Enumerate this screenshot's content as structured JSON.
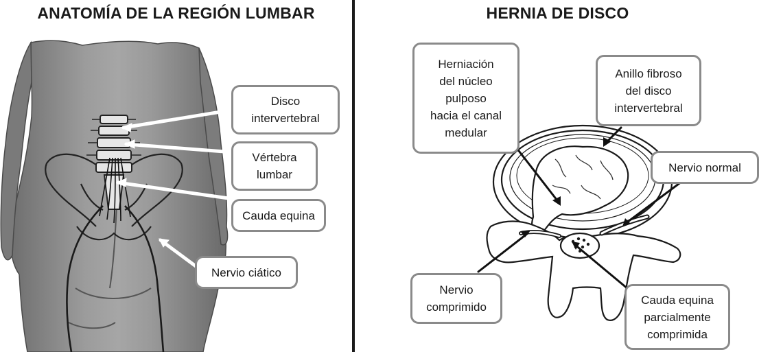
{
  "left": {
    "title": "ANATOMÍA DE LA REGIÓN LUMBAR",
    "labels": {
      "disco_intervertebral": "Disco\nintervertebral",
      "vertebra_lumbar": "Vértebra\nlumbar",
      "cauda_equina": "Cauda equina",
      "nervio_ciatico": "Nervio ciático"
    }
  },
  "right": {
    "title": "HERNIA DE DISCO",
    "labels": {
      "herniacion": "Herniación\ndel núcleo\npulposo\nhacia el canal\nmedular",
      "anillo_fibroso": "Anillo fibroso\ndel disco\nintervertebral",
      "nervio_normal": "Nervio normal",
      "nervio_comprimido": "Nervio\ncomprimido",
      "cauda_parcial": "Cauda equina\nparcialmente\ncomprimida"
    }
  }
}
